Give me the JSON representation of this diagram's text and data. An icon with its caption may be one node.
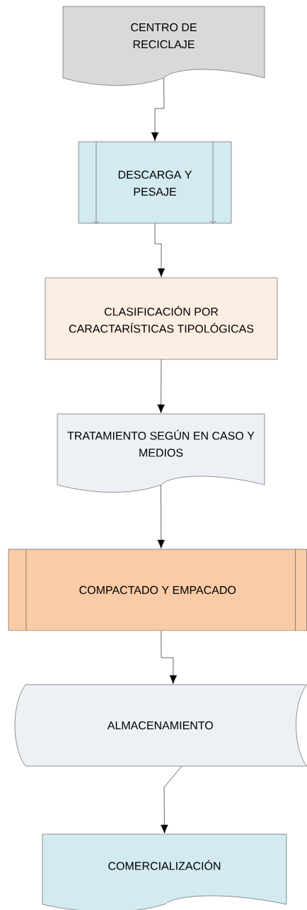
{
  "diagram": {
    "nodes": [
      {
        "text": [
          "CENTRO DE RECICLAJE"
        ]
      },
      {
        "text": [
          "DESCARGA Y PESAJE"
        ]
      },
      {
        "text": [
          "CLASIFICACIÓN POR CARACTARÍSTICAS TIPOLÓGICAS"
        ]
      },
      {
        "text": [
          "TRATAMIENTO SEGÚN EN CASO Y MEDIOS"
        ]
      },
      {
        "text": [
          "COMPACTADO Y EMPACADO"
        ]
      },
      {
        "text": [
          "ALMACENAMIENTO"
        ]
      },
      {
        "text": [
          "COMERCIALIZACIÓN"
        ]
      }
    ],
    "edges": [
      {
        "from": 0,
        "to": 1,
        "arrow": "to"
      },
      {
        "from": 1,
        "to": 2,
        "arrow": "to"
      },
      {
        "from": 2,
        "to": 3,
        "arrow": "to"
      },
      {
        "from": 3,
        "to": 4,
        "arrow": "to"
      },
      {
        "from": 4,
        "to": 5,
        "arrow": "to"
      },
      {
        "from": 5,
        "to": 6,
        "arrow": "to"
      }
    ]
  }
}
